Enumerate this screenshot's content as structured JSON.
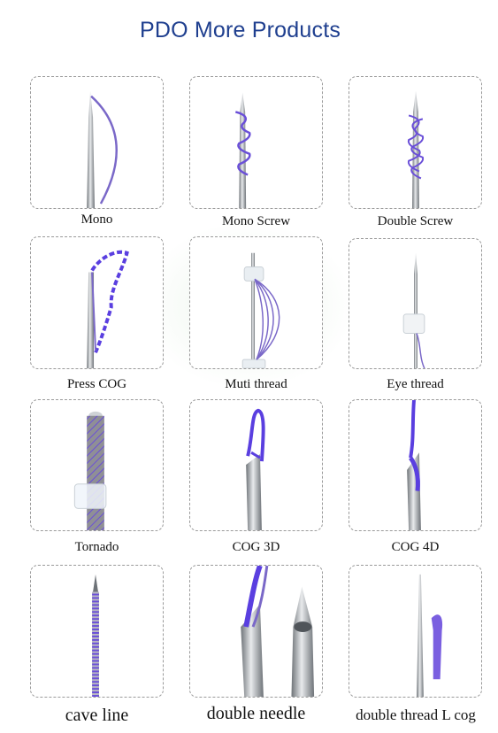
{
  "title": "PDO More Products",
  "colors": {
    "title": "#1f3f8f",
    "thread": "#6a4fd8",
    "needle": "#9aa0a6",
    "border": "#9a9a9a"
  },
  "products": [
    {
      "name": "Mono",
      "icon": "mono-needle-icon"
    },
    {
      "name": "Mono Screw",
      "icon": "mono-screw-needle-icon"
    },
    {
      "name": "Double Screw",
      "icon": "double-screw-needle-icon"
    },
    {
      "name": "Press COG",
      "icon": "press-cog-needle-icon"
    },
    {
      "name": "Muti thread",
      "icon": "multi-thread-needle-icon"
    },
    {
      "name": "Eye thread",
      "icon": "eye-thread-needle-icon"
    },
    {
      "name": "Tornado",
      "icon": "tornado-needle-icon"
    },
    {
      "name": "COG 3D",
      "icon": "cog-3d-needle-icon"
    },
    {
      "name": "COG 4D",
      "icon": "cog-4d-needle-icon"
    },
    {
      "name": "cave line",
      "icon": "cave-line-needle-icon"
    },
    {
      "name": "double needle",
      "icon": "double-needle-icon"
    },
    {
      "name": "double thread L cog",
      "icon": "double-thread-l-cog-icon"
    }
  ]
}
